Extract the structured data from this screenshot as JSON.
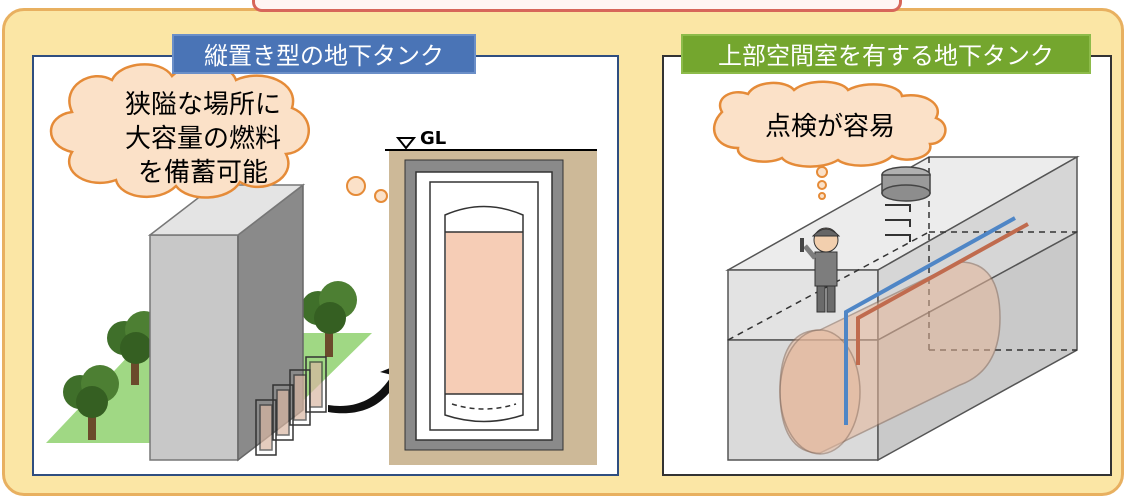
{
  "panels": {
    "left": {
      "title": "縦置き型の地下タンク",
      "cloud_lines": [
        "狭隘な場所に",
        "大容量の燃料",
        "を備蓄可能"
      ],
      "ground_label": "GL"
    },
    "right": {
      "title": "上部空間室を有する地下タンク",
      "cloud_text": "点検が容易"
    }
  },
  "colors": {
    "outer_bg": "#fbe6a5",
    "left_title_bg": "#4a74b6",
    "right_title_bg": "#74a62e",
    "fuel": "#f6cdb6",
    "soil": "#cdb998",
    "grass": "#8fd16e"
  }
}
